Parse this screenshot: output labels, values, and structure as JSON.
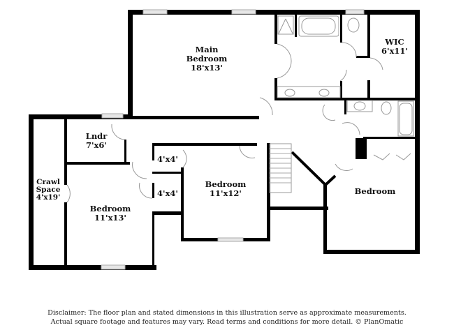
{
  "rooms": [
    {
      "id": "main-bedroom",
      "name": "Main",
      "name2": "Bedroom",
      "dims": "18'x13'"
    },
    {
      "id": "wic",
      "name": "WIC",
      "dims": "6'x11'"
    },
    {
      "id": "lndr",
      "name": "Lndr",
      "dims": "7'x6'"
    },
    {
      "id": "crawl",
      "name": "Crawl",
      "name2": "Space",
      "dims": "4'x19'"
    },
    {
      "id": "bedroom-sw",
      "name": "Bedroom",
      "dims": "11'x13'"
    },
    {
      "id": "closet-1",
      "name": "4'x4'"
    },
    {
      "id": "closet-2",
      "name": "4'x4'"
    },
    {
      "id": "bedroom-center",
      "name": "Bedroom",
      "dims": "11'x12'"
    },
    {
      "id": "bedroom-east",
      "name": "Bedroom"
    }
  ],
  "disclaimer": {
    "line1": "Disclaimer: The floor plan and stated dimensions in this illustration serve as approximate measurements.",
    "line2": "Actual square footage and features may vary. Read terms and conditions for more detail. © PlanOmatic"
  },
  "colors": {
    "wall": "#000000",
    "fixture": "#9a9a9a",
    "window": "#cfcfcf"
  }
}
